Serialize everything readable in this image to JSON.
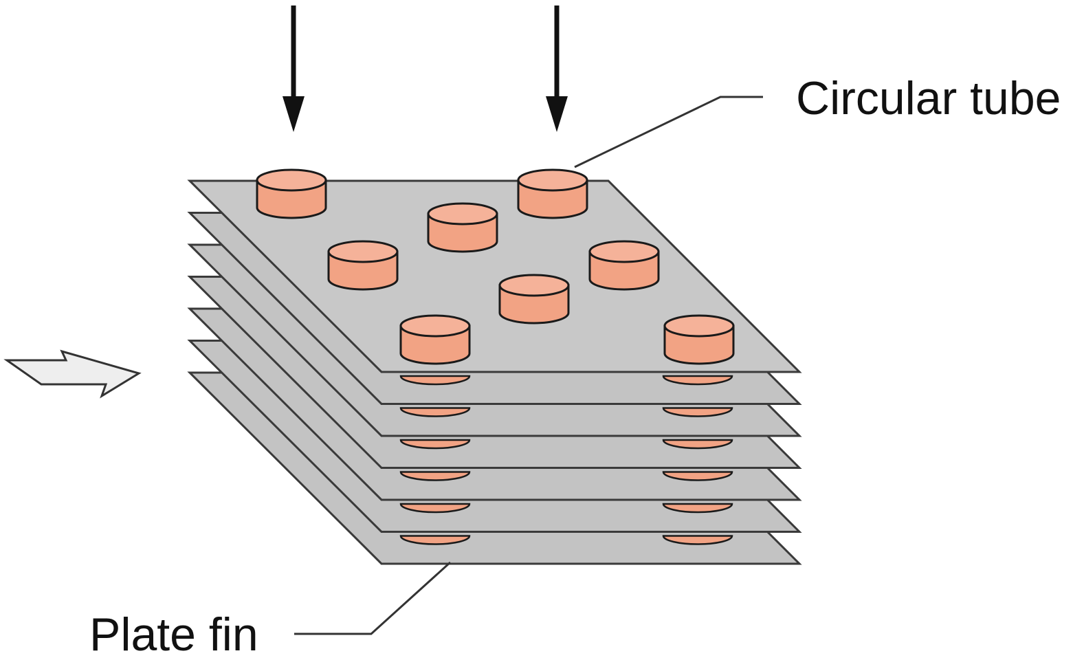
{
  "labels": {
    "circular_tube": "Circular tube",
    "plate_fin": "Plate fin"
  },
  "colors": {
    "background": "#ffffff",
    "fin_fill": "#c3c3c3",
    "fin_top_fill": "#c8c8c8",
    "fin_stroke": "#3a3a3a",
    "tube_fill": "#f2a384",
    "tube_top_fill": "#f5b299",
    "tube_stroke": "#1a1a1a",
    "arrow_dark": "#111111",
    "arrow_light_fill": "#eeeeee",
    "leader_line": "#333333"
  },
  "structure": {
    "fin_count": 7,
    "tube_count_top": 8,
    "tubes_visible_below": 2
  },
  "icons": {
    "tube_flow_arrows": "down-arrow-icon",
    "air_flow_arrow": "right-hollow-arrow-icon"
  }
}
